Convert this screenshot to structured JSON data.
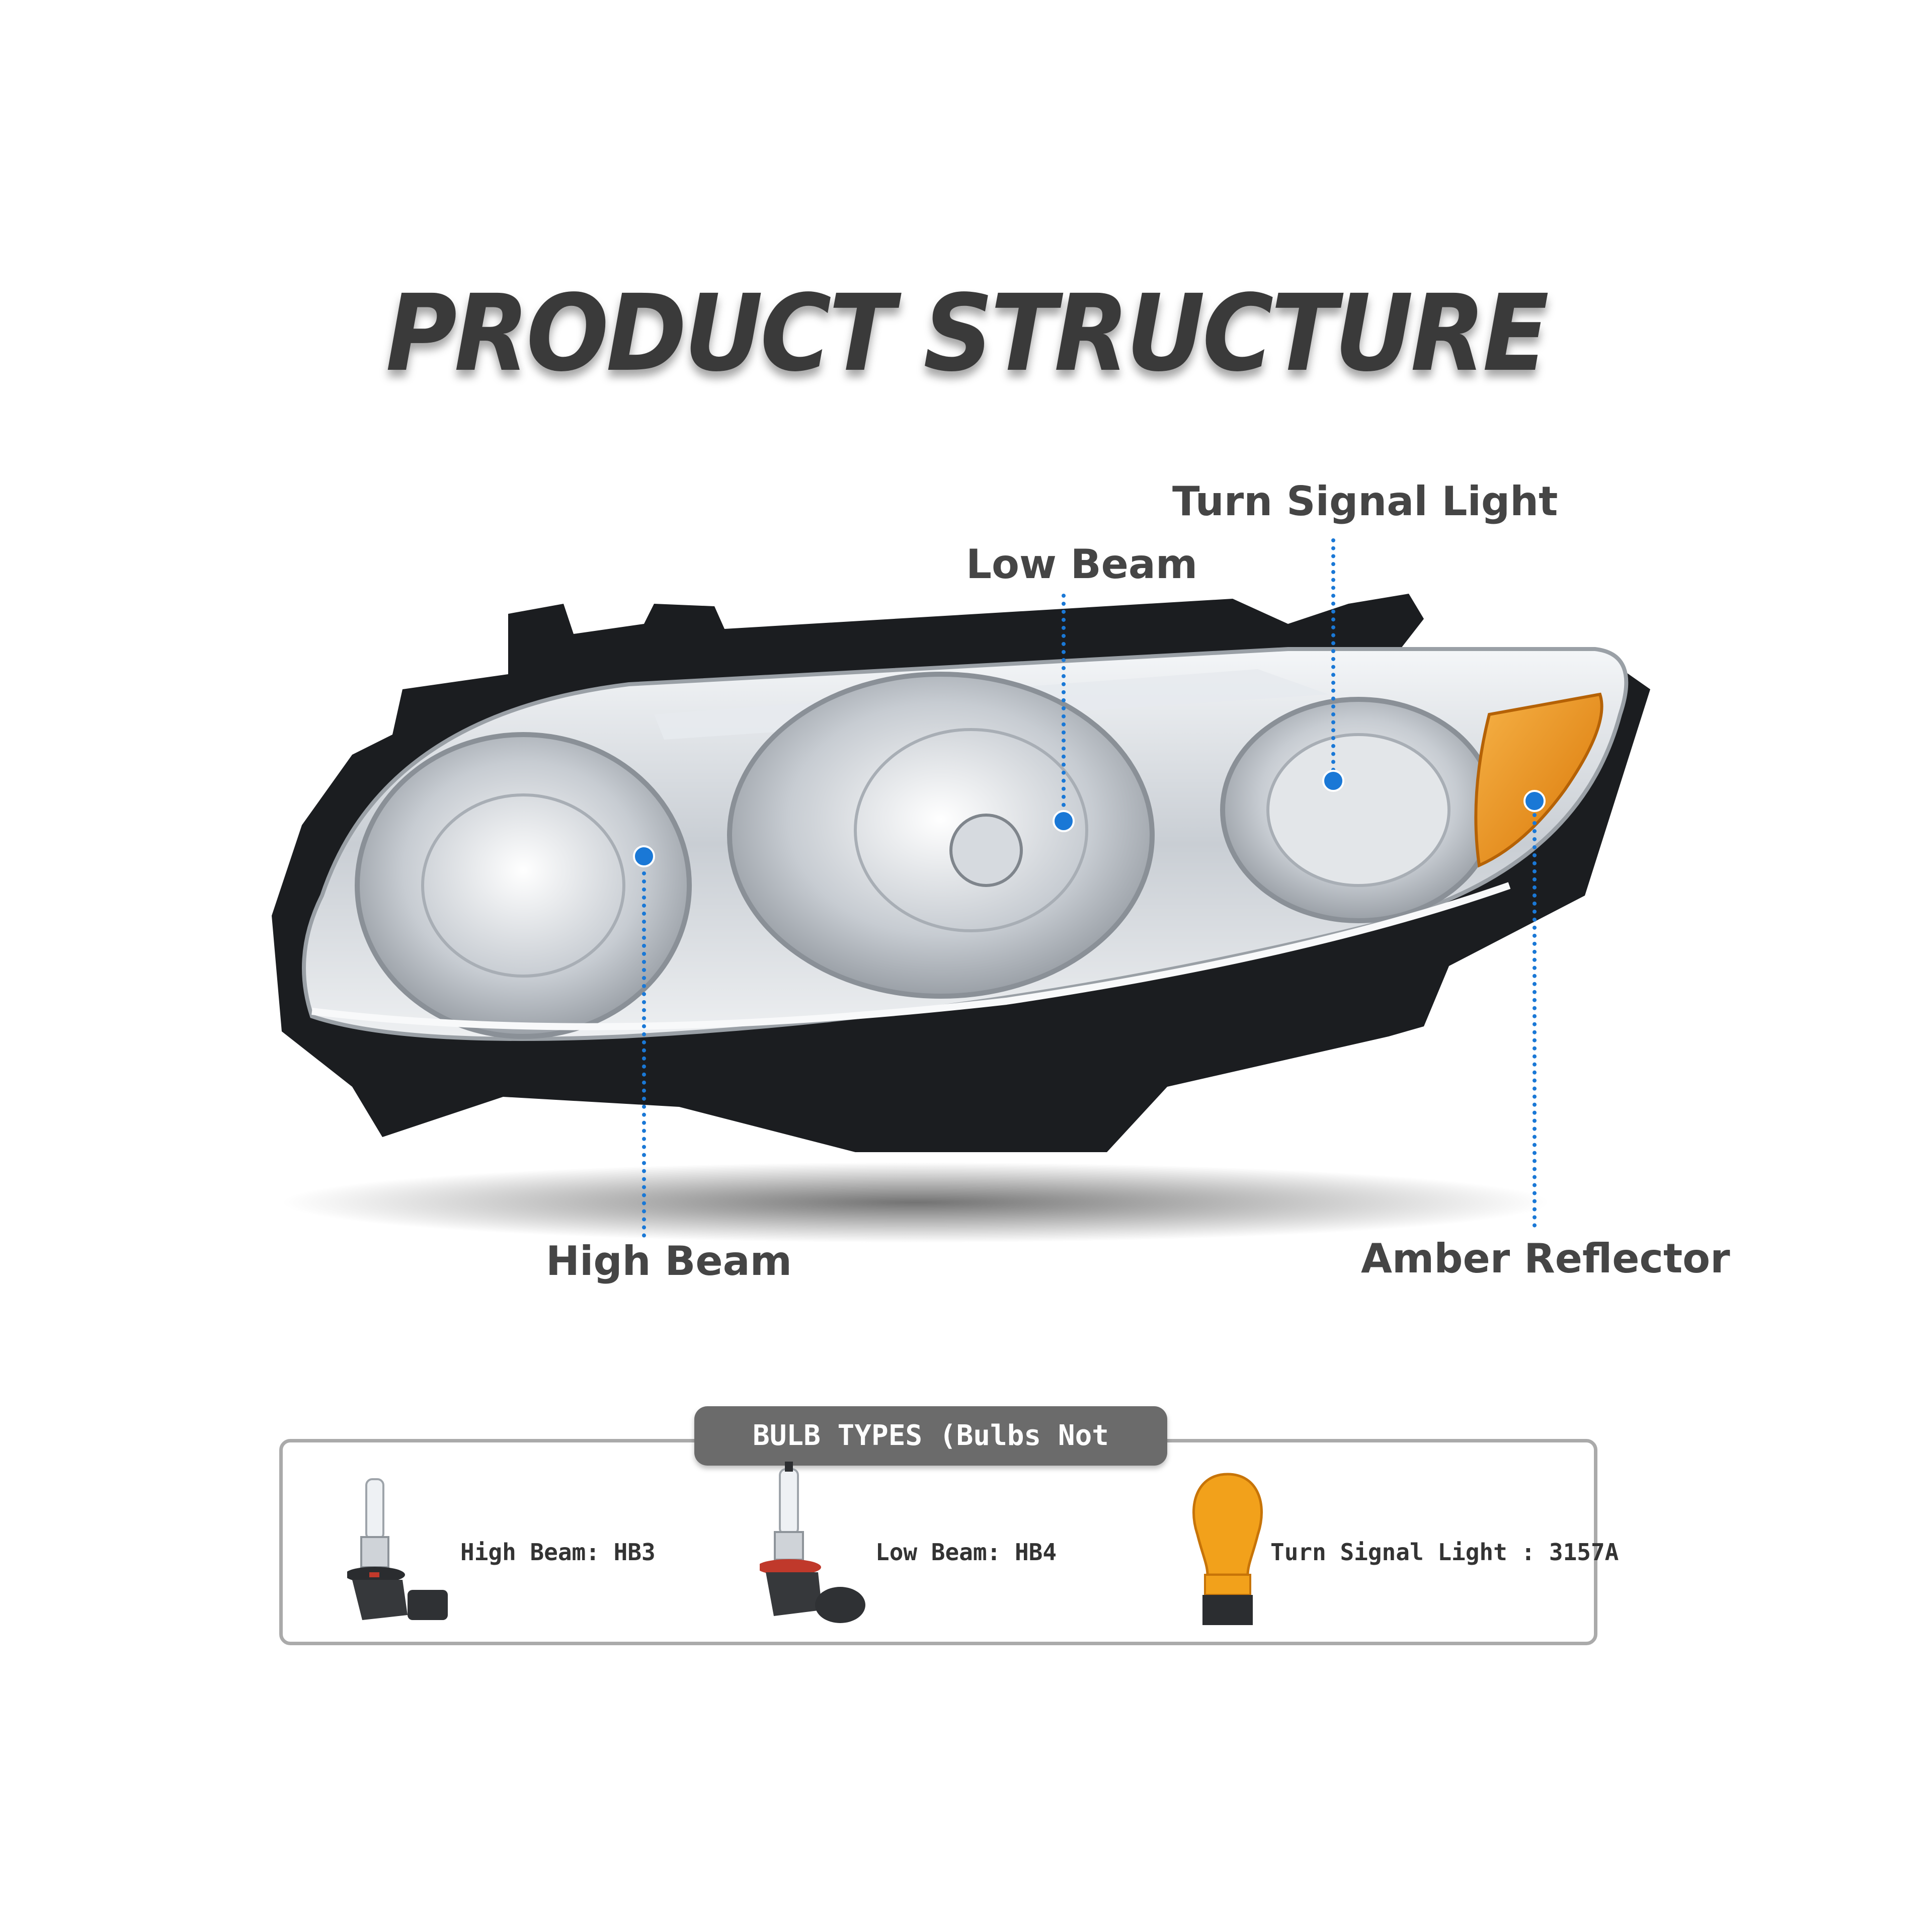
{
  "title": "PRODUCT STRUCTURE",
  "callouts": {
    "turn_signal": "Turn Signal Light",
    "low_beam": "Low Beam",
    "high_beam": "High Beam",
    "amber_reflector": "Amber Reflector"
  },
  "bulb_types": {
    "heading": "BULB TYPES (Bulbs Not Included)",
    "items": [
      {
        "label": "High Beam: HB3",
        "icon": "hb3-bulb-icon"
      },
      {
        "label": "Low Beam: HB4",
        "icon": "hb4-bulb-icon"
      },
      {
        "label": "Turn Signal Light : 3157A",
        "icon": "amber-3157a-bulb-icon"
      }
    ]
  },
  "colors": {
    "accent": "#1a78d6",
    "title": "#3a3a3a",
    "amber": "#e98a10",
    "chrome": "#d9dde2"
  }
}
